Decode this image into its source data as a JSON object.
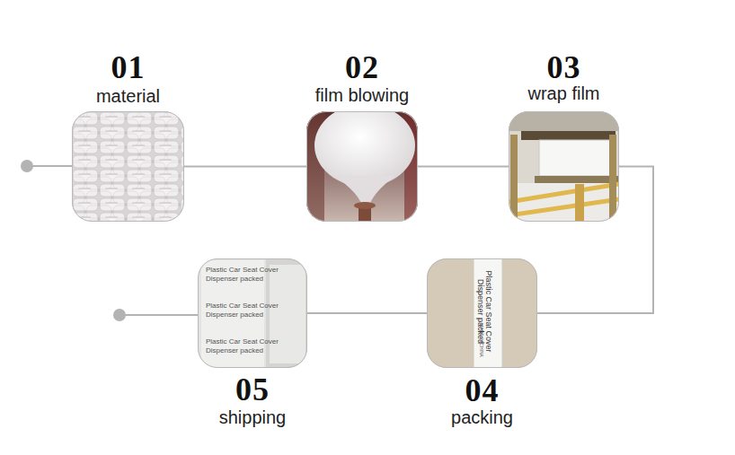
{
  "diagram": {
    "nodes": [
      {
        "text": [
          "01",
          "material"
        ]
      },
      {
        "text": [
          "02",
          "film blowing"
        ]
      },
      {
        "text": [
          "03",
          "wrap film"
        ]
      },
      {
        "text": [
          "04",
          "packing"
        ]
      },
      {
        "text": [
          "05",
          "shipping"
        ]
      }
    ],
    "edges": [
      {
        "from": 0,
        "to": 1,
        "arrow": "none"
      },
      {
        "from": 1,
        "to": 2,
        "arrow": "none"
      },
      {
        "from": 2,
        "to": 3,
        "arrow": "none"
      },
      {
        "from": 3,
        "to": 4,
        "arrow": "none"
      }
    ],
    "labels": [
      "Plastic Car Seat Cover",
      "Dispenser packed",
      "MADE IN CHINA",
      "Plastic Car Seat Cover",
      "Dispenser packed",
      "Plastic Car Seat Cover",
      "Dispenser packed",
      "Plastic Car Seat Cover",
      "Dispenser packed"
    ]
  }
}
